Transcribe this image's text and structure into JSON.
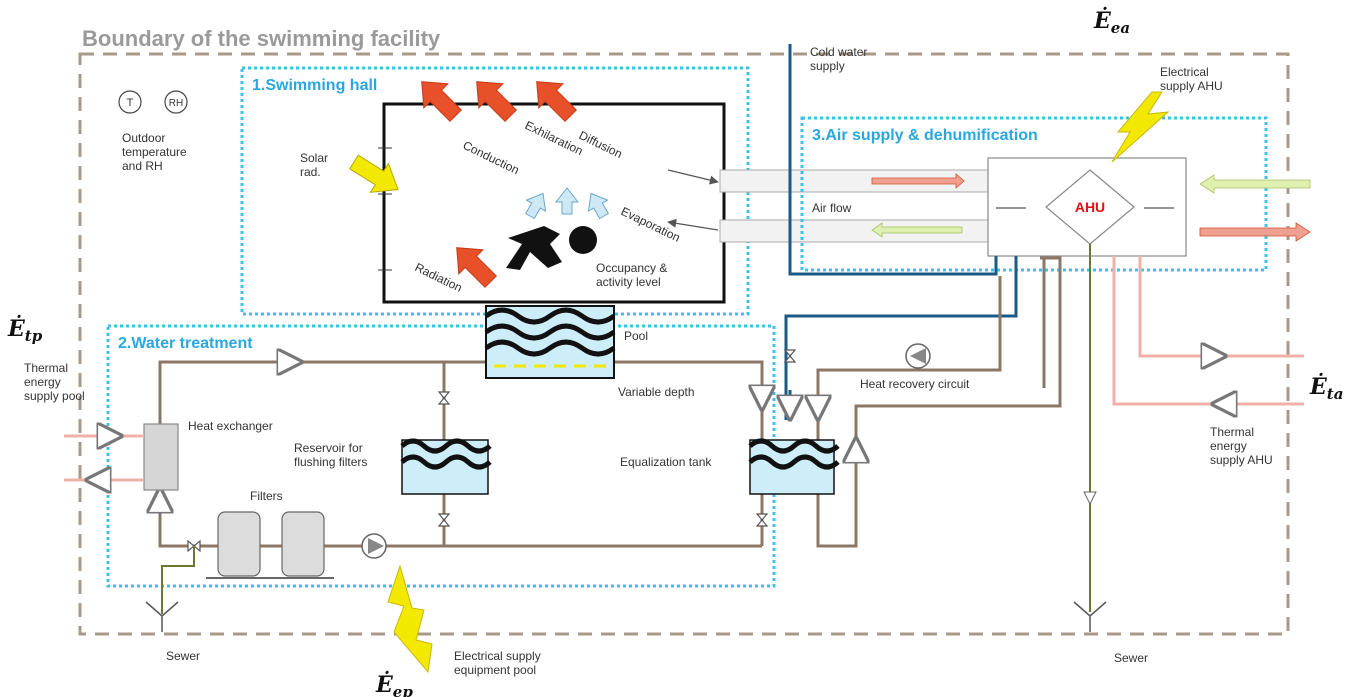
{
  "title": "Boundary of the swimming facility",
  "zones": {
    "swimming_hall": "1.Swimming hall",
    "water_treatment": "2.Water treatment",
    "air_supply": "3.Air supply & dehumification"
  },
  "sensors": {
    "t": "T",
    "rh": "RH"
  },
  "labels": {
    "outdoor": [
      "Outdoor",
      "temperature",
      "and RH"
    ],
    "solar": [
      "Solar",
      "rad."
    ],
    "conduction": "Conduction",
    "exhilaration": "Exhilaration",
    "diffusion": "Diffusion",
    "evaporation": "Evaporation",
    "radiation": "Radiation",
    "occupancy": [
      "Occupancy &",
      "activity level"
    ],
    "pool": "Pool",
    "variable_depth": "Variable depth",
    "reservoir": [
      "Reservoir for",
      "flushing filters"
    ],
    "equalization": "Equalization tank",
    "heat_exchanger": "Heat exchanger",
    "filters": "Filters",
    "heat_recovery": "Heat recovery circuit",
    "air_flow": "Air flow",
    "cold_water": [
      "Cold water",
      "supply"
    ],
    "ahu": "AHU",
    "electrical_ahu": [
      "Electrical",
      "supply AHU"
    ],
    "thermal_pool": [
      "Thermal",
      "energy",
      "supply pool"
    ],
    "thermal_ahu": [
      "Thermal",
      "energy",
      "supply AHU"
    ],
    "electrical_pool": [
      "Electrical supply",
      "equipment pool"
    ],
    "sewer_left": "Sewer",
    "sewer_right": "Sewer"
  },
  "energy": {
    "ea": {
      "base": "Ė",
      "sub": "ea"
    },
    "tp": {
      "base": "Ė",
      "sub": "tp"
    },
    "ta": {
      "base": "Ė",
      "sub": "ta"
    },
    "ep": {
      "base": "Ė",
      "sub": "ep"
    }
  },
  "colors": {
    "boundary": "#a89a88",
    "zone": "#3cc0ec",
    "pipe": "#8b7765",
    "cold_water": "#1a5a86",
    "thermal": "#f0b0a8",
    "sewer_pipe": "#6b7a2a",
    "heat_arrow": "#e8502a",
    "air_arrow": "#cfe8f5",
    "lightning": "#f2e800",
    "water": "#cdeef9"
  }
}
